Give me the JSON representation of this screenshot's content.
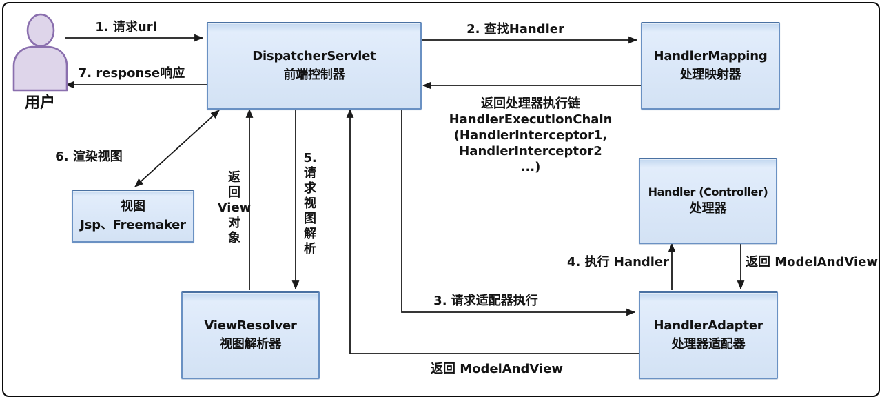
{
  "actor": {
    "label": "用户"
  },
  "boxes": {
    "dispatcher_servlet": {
      "line1": "DispatcherServlet",
      "line2": "前端控制器"
    },
    "handler_mapping": {
      "line1": "HandlerMapping",
      "line2": "处理映射器"
    },
    "handler_controller": {
      "line1": "Handler (Controller)",
      "line2": "处理器"
    },
    "handler_adapter": {
      "line1": "HandlerAdapter",
      "line2": "处理器适配器"
    },
    "view": {
      "line1": "视图",
      "line2": "Jsp、Freemaker"
    },
    "view_resolver": {
      "line1": "ViewResolver",
      "line2": "视图解析器"
    }
  },
  "edges": {
    "request_url": "1. 请求url",
    "find_handler": "2. 查找Handler",
    "handler_chain_lines": [
      "返回处理器执行链",
      "HandlerExecutionChain",
      "(HandlerInterceptor1,",
      "HandlerInterceptor2",
      "...)"
    ],
    "request_adapter": "3. 请求适配器执行",
    "execute_handler": "4. 执行 Handler",
    "return_mav_right": "返回 ModelAndView",
    "return_mav_bottom": "返回 ModelAndView",
    "request_view_resolve_lines": [
      "5.",
      "请",
      "求",
      "视",
      "图",
      "解",
      "析"
    ],
    "return_view_lines": [
      "返",
      "回",
      "View",
      "对",
      "象"
    ],
    "render_view": "6. 渲染视图",
    "response": "7. response响应"
  },
  "colors": {
    "box_fill": "#dae7f8",
    "box_border": "#6a91c3",
    "actor_fill": "#ded5ea",
    "actor_stroke": "#8a6fae",
    "arrow": "#1a1a1a"
  }
}
